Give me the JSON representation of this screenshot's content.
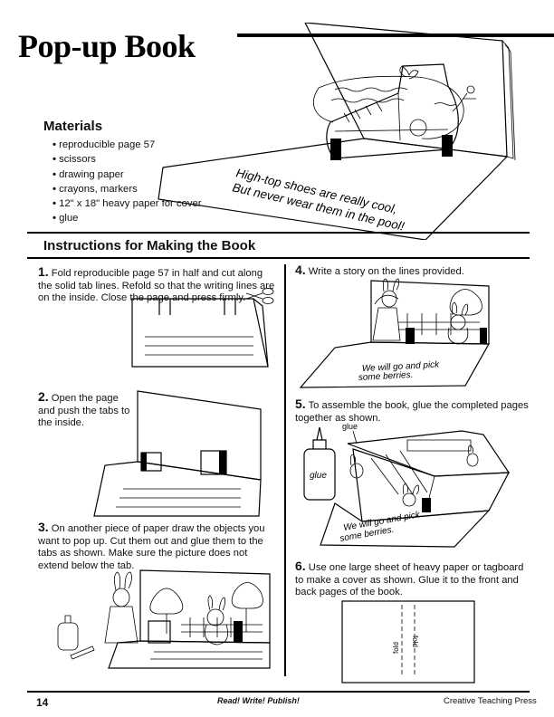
{
  "title": "Pop-up Book",
  "hero": {
    "caption_line1": "High-top shoes are really cool,",
    "caption_line2": "But never wear them in the pool!"
  },
  "materials": {
    "heading": "Materials",
    "items": [
      "reproducible page 57",
      "scissors",
      "drawing paper",
      "crayons, markers",
      "12\" x 18\" heavy paper for cover",
      "glue"
    ]
  },
  "instructions": {
    "heading": "Instructions for Making the Book",
    "steps": [
      {
        "num": "1.",
        "text": "Fold reproducible page 57 in half and cut along the solid tab lines. Refold so that the writing lines are on the inside. Close the page and press firmly."
      },
      {
        "num": "2.",
        "text": "Open the page and push the tabs to the inside."
      },
      {
        "num": "3.",
        "text": "On another piece of paper draw the objects you want to pop up. Cut them out and glue them to the tabs as shown. Make sure the picture does not extend below the tab."
      },
      {
        "num": "4.",
        "text": "Write a story on the lines provided."
      },
      {
        "num": "5.",
        "text": "To assemble the book, glue the completed pages together as shown."
      },
      {
        "num": "6.",
        "text": "Use one large sheet of heavy paper or tagboard to make a cover as shown. Glue it to the front and back pages of the book."
      }
    ]
  },
  "illustrations": {
    "story_text_line1": "We will go and pick",
    "story_text_line2": "some berries.",
    "glue_label": "glue",
    "fold_label": "fold"
  },
  "footer": {
    "page_number": "14",
    "center": "Read! Write! Publish!",
    "publisher": "Creative Teaching Press"
  }
}
